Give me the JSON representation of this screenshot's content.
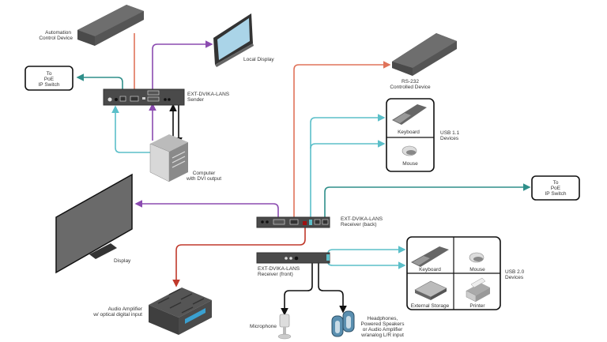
{
  "diagram": {
    "title": "EXT-DVIKA-LANS connection diagram",
    "colors": {
      "rs232": "#e0735a",
      "dvi": "#8b4bb0",
      "usb": "#5bbfc9",
      "ethernet": "#2f8f8a",
      "audio_optical": "#c0392b",
      "audio_analog": "#111111"
    },
    "devices": {
      "automation": [
        "Automation",
        "Control Device"
      ],
      "poe_switch_1": [
        "To",
        "PoE",
        "IP Switch"
      ],
      "local_display": [
        "Local Display"
      ],
      "sender": [
        "EXT-DVIKA-LANS",
        "Sender"
      ],
      "computer": [
        "Computer",
        "with DVI output"
      ],
      "rs232_device": [
        "RS-232",
        "Controlled Device"
      ],
      "usb11": {
        "label": [
          "USB 1.1",
          "Devices"
        ],
        "items": [
          "Keyboard",
          "Mouse"
        ]
      },
      "poe_switch_2": [
        "To",
        "PoE",
        "IP Switch"
      ],
      "receiver_back": [
        "EXT-DVIKA-LANS",
        "Receiver (back)"
      ],
      "receiver_front": [
        "EXT-DVIKA-LANS",
        "Receiver (front)"
      ],
      "display": [
        "Display"
      ],
      "usb20": {
        "label": [
          "USB 2.0",
          "Devices"
        ],
        "items": [
          "Keyboard",
          "Mouse",
          "External Storage",
          "Printer"
        ]
      },
      "amplifier": [
        "Audio Amplifier",
        "w/ optical digital input"
      ],
      "microphone": [
        "Microphone"
      ],
      "speakers": [
        "Headphones,",
        "Powered Speakers",
        "or Audio Amplifier",
        "w/analog L/R input"
      ]
    }
  }
}
